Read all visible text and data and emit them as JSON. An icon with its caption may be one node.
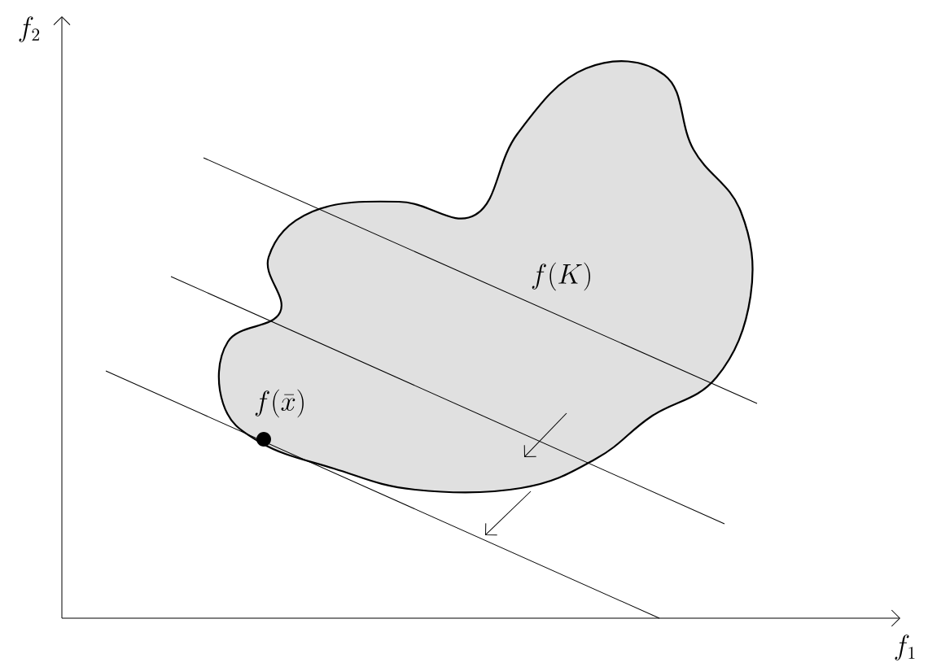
{
  "diagram": {
    "labels": [
      "f_2",
      "f(K)",
      "f(\\bar{x})",
      "f_1"
    ]
  }
}
